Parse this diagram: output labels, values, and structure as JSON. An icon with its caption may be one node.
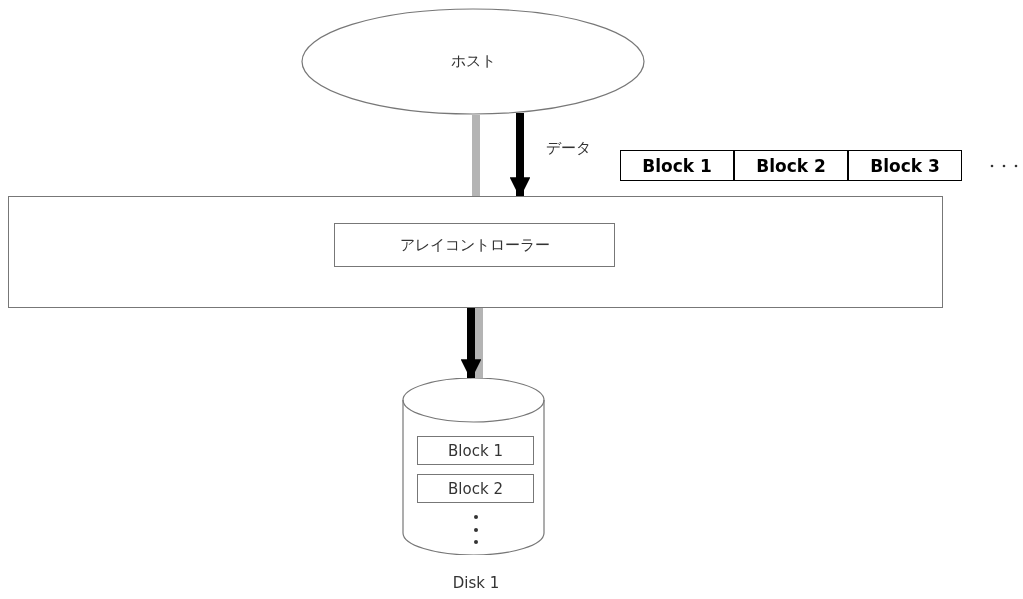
{
  "diagram": {
    "nodes": [
      {
        "text": [
          "ホスト"
        ]
      },
      {
        "text": [],
        "shape": "box"
      },
      {
        "text": [
          "アレイコントローラー"
        ],
        "in": 1
      },
      {
        "text": [
          "Block 1"
        ]
      },
      {
        "text": [
          "Block 2"
        ]
      },
      {
        "text": [
          "Block 3"
        ]
      },
      {
        "text": [],
        "shape": "cylinder",
        "beside": [
          "Disk 1"
        ]
      },
      {
        "text": [
          "Block 1"
        ],
        "in": 6
      },
      {
        "text": [
          "Block 2"
        ],
        "in": 6
      }
    ],
    "edges": [
      {
        "from": 0,
        "to": 1,
        "arrow": "none",
        "color": "#b4b4b4"
      },
      {
        "from": 0,
        "to": 1,
        "arrow": "to",
        "label": "データ",
        "color": "#000000"
      },
      {
        "from": 1,
        "to": 6,
        "arrow": "none",
        "color": "#b4b4b4"
      },
      {
        "from": 2,
        "to": 6,
        "arrow": "to",
        "color": "#000000"
      }
    ]
  }
}
